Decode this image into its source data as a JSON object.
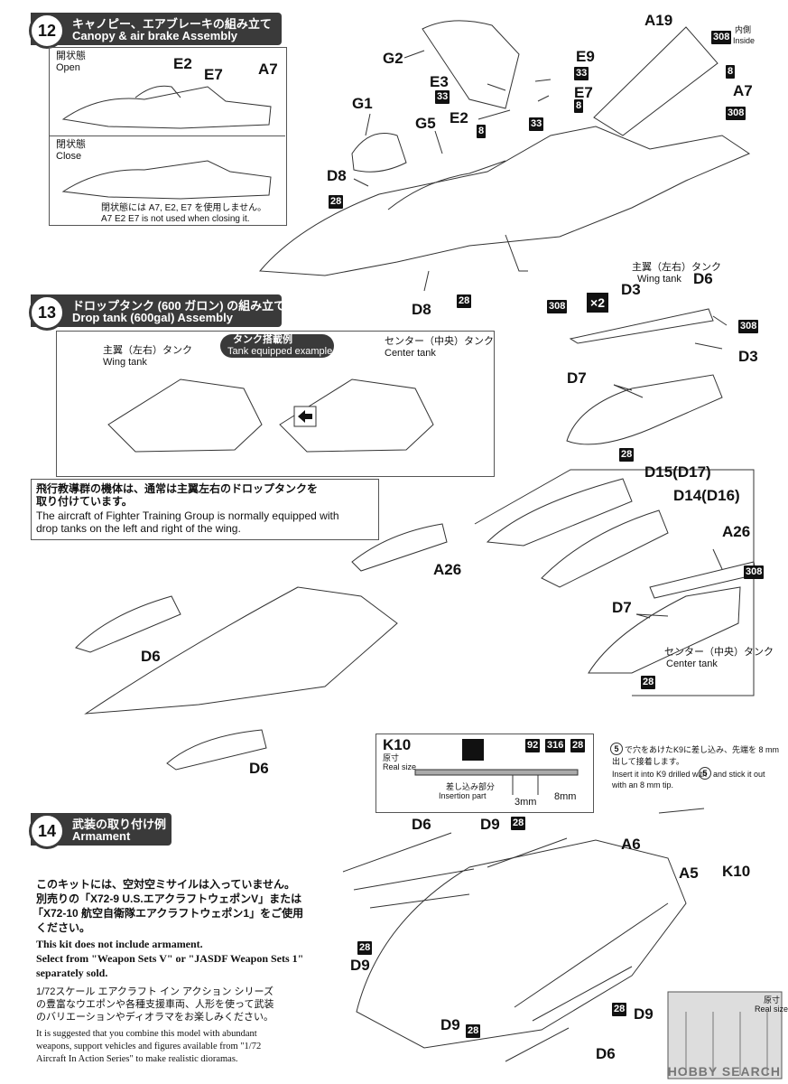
{
  "step12": {
    "number": "12",
    "title_jp": "キャノピー、エアブレーキの組み立て",
    "title_en": "Canopy & air brake Assembly",
    "open_jp": "開状態",
    "open_en": "Open",
    "close_jp": "閉状態",
    "close_en": "Close",
    "note_jp": "閉状態には A7, E2, E7 を使用しません。",
    "note_en": "A7 E2 E7 is not used when closing it.",
    "inside_jp": "内側",
    "inside_en": "Inside"
  },
  "step13": {
    "number": "13",
    "title_jp": "ドロップタンク (600 ガロン) の組み立て",
    "title_en": "Drop tank (600gal) Assembly",
    "example_jp": "タンク搭載例",
    "example_en": "Tank equipped example",
    "wing_jp": "主翼（左右）タンク",
    "wing_en": "Wing tank",
    "center_jp": "センター（中央）タンク",
    "center_en": "Center tank",
    "info_jp_1": "飛行教導群の機体は、通常は主翼左右のドロップタンクを",
    "info_jp_2": "取り付けています。",
    "info_en_1": "The aircraft of Fighter Training Group  is normally equipped with",
    "info_en_2": "drop tanks on the left and right of the wing.",
    "times": "×2"
  },
  "step14": {
    "number": "14",
    "title_jp": "武装の取り付け例",
    "title_en": "Armament",
    "jp_1": "このキットには、空対空ミサイルは入っていません。",
    "jp_2": "別売りの「X72-9 U.S.エアクラフトウェポンV」または",
    "jp_3": "「X72-10  航空自衛隊エアクラフトウェポン1」をご使用",
    "jp_4": "ください。",
    "en_1": "This kit does not include armament.",
    "en_2": "Select from \"Weapon Sets V\" or \"JASDF Weapon Sets 1\"",
    "en_3": "separately sold.",
    "jp_5": "1/72スケール エアクラフト イン アクション シリーズ",
    "jp_6": "の豊富なウエポンや各種支援車両、人形を使って武装",
    "jp_7": "のバリエーションやディオラマをお楽しみください。",
    "en_4": "It is suggested that you combine this model with abundant",
    "en_5": "weapons, support vehicles and figures available from \"1/72",
    "en_6": "Aircraft In Action Series\" to make realistic dioramas."
  },
  "k10": {
    "label": "K10",
    "real_jp": "原寸",
    "real_en": "Real size",
    "insert_jp": "差し込み部分",
    "insert_en": "Insertion part",
    "dim_3": "3mm",
    "dim_8": "8mm",
    "inst_jp_1": "で穴をあけたK9に差し込み、先端を 8 mm",
    "inst_jp_2": "出して接着します。",
    "inst_en_1": "Insert it into K9 drilled with",
    "inst_en_2": "and stick it out",
    "inst_en_3": "with an 8 mm tip.",
    "drill": "5"
  },
  "parts": {
    "G2": "G2",
    "E2": "E2",
    "E7": "E7",
    "A7": "A7",
    "E3": "E3",
    "E9": "E9",
    "A19": "A19",
    "G1": "G1",
    "G5": "G5",
    "D8": "D8",
    "D3": "D3",
    "D6": "D6",
    "D7": "D7",
    "D15": "D15(D17)",
    "D14": "D14(D16)",
    "A26": "A26",
    "A6": "A6",
    "A5": "A5",
    "D9": "D9",
    "K10": "K10"
  },
  "paint": {
    "p33": "33",
    "p8": "8",
    "p308": "308",
    "p28": "28",
    "p92": "92",
    "p316": "316"
  },
  "watermark": "HOBBY SEARCH"
}
